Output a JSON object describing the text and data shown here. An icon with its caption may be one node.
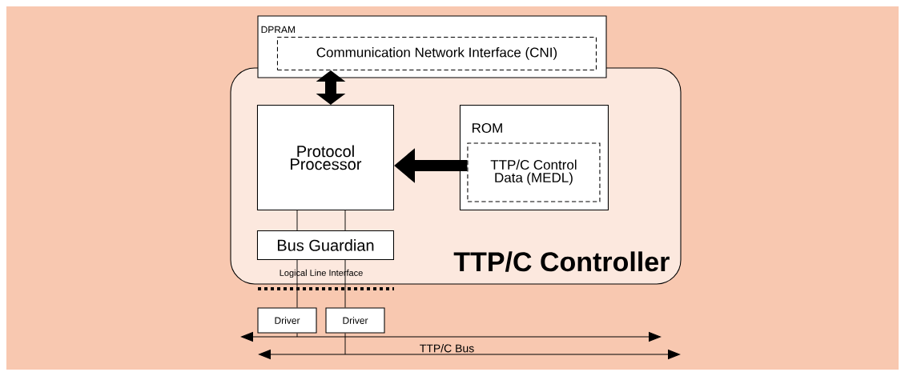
{
  "diagram": {
    "nodes": [
      {
        "text": [
          "DPRAM"
        ]
      },
      {
        "text": [
          "Communication Network Interface (CNI)"
        ],
        "in": 0
      },
      {
        "text": [
          "TTP/C Controller"
        ]
      },
      {
        "text": [
          "Protocol Processor"
        ],
        "in": 2
      },
      {
        "text": [
          "ROM"
        ],
        "in": 2
      },
      {
        "text": [
          "TTP/C Control Data (MEDL)"
        ],
        "in": 4
      },
      {
        "text": [
          "Bus Guardian"
        ],
        "in": 2
      },
      {
        "text": [
          "Driver"
        ]
      },
      {
        "text": [
          "Driver"
        ]
      },
      {
        "text": [],
        "shape": "bar"
      },
      {
        "text": [
          "TTP/C Bus"
        ]
      }
    ],
    "edges": [
      {
        "from": 1,
        "to": 3,
        "arrow": "both",
        "style": "thick"
      },
      {
        "from": 5,
        "to": 3,
        "arrow": "to",
        "style": "thick"
      },
      {
        "from": 3,
        "to": 6,
        "arrow": "none"
      },
      {
        "from": 3,
        "to": 6,
        "arrow": "none"
      },
      {
        "from": 6,
        "to": 7,
        "arrow": "none"
      },
      {
        "from": 6,
        "to": 8,
        "arrow": "none"
      },
      {
        "from": 7,
        "to": 9,
        "arrow": "none"
      },
      {
        "from": 8,
        "to": 10,
        "arrow": "none"
      }
    ],
    "labels": [
      "Logical Line Interface"
    ]
  }
}
